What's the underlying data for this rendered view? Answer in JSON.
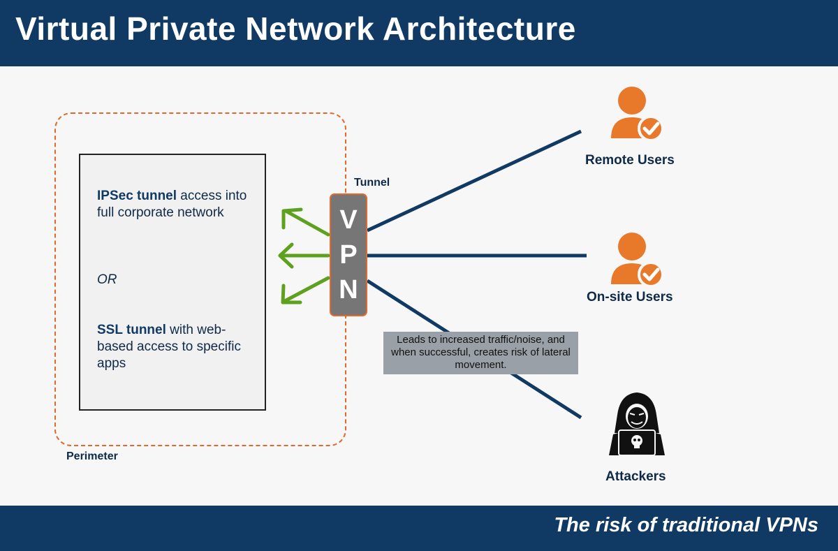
{
  "header": {
    "title": "Virtual Private Network Architecture"
  },
  "footer": {
    "text": "The risk of traditional VPNs"
  },
  "perimeter": {
    "label": "Perimeter"
  },
  "access_box": {
    "ipsec_bold": "IPSec tunnel",
    "ipsec_rest": " access into full corporate network",
    "or": "OR",
    "ssl_bold": "SSL tunnel",
    "ssl_rest": " with web-based access to specific apps"
  },
  "tunnel": {
    "label": "Tunnel",
    "letters": [
      "V",
      "P",
      "N"
    ]
  },
  "note": {
    "text": "Leads to increased traffic/noise, and when successful, creates risk of lateral movement."
  },
  "users": {
    "remote": {
      "label": "Remote Users",
      "icon": "user-check-icon"
    },
    "onsite": {
      "label": "On-site Users",
      "icon": "user-check-icon"
    },
    "attackers": {
      "label": "Attackers",
      "icon": "hacker-icon"
    }
  },
  "colors": {
    "navy": "#103a63",
    "orange": "#e8782a",
    "green": "#5ea11f",
    "gray": "#767676",
    "note_bg": "#9aa0a7"
  }
}
